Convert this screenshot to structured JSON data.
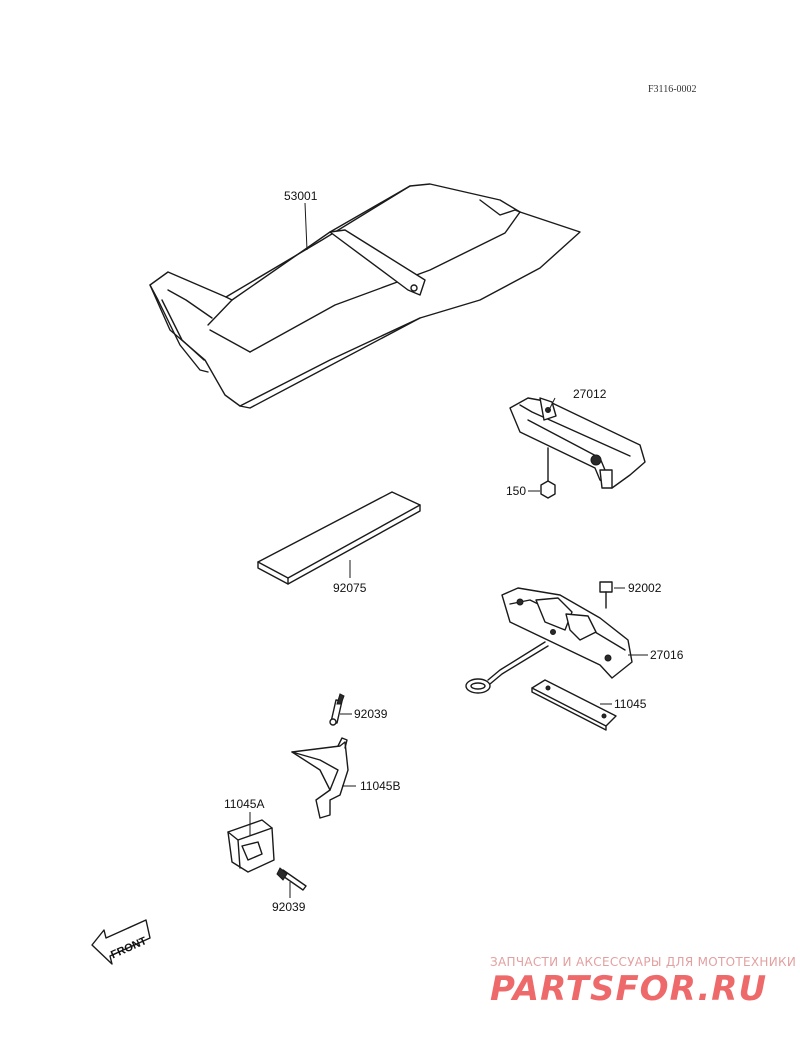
{
  "diagram": {
    "reference_code": "F3116-0002",
    "parts": [
      {
        "id": "seat",
        "number": "53001"
      },
      {
        "id": "bracket-27012",
        "number": "27012"
      },
      {
        "id": "bolt-150",
        "number": "150"
      },
      {
        "id": "pad",
        "number": "92075"
      },
      {
        "id": "bolt-92002",
        "number": "92002"
      },
      {
        "id": "lock-27016",
        "number": "27016"
      },
      {
        "id": "plate-11045",
        "number": "11045"
      },
      {
        "id": "pin-top",
        "number": "92039"
      },
      {
        "id": "bracket-11045b",
        "number": "11045B"
      },
      {
        "id": "holder-11045a",
        "number": "11045A"
      },
      {
        "id": "pin-bottom",
        "number": "92039"
      }
    ],
    "front_arrow_label": "FRONT"
  },
  "watermark": {
    "tagline": "ЗАПЧАСТИ И АКСЕССУАРЫ ДЛЯ МОТОТЕХНИКИ",
    "brand": "PARTSFOR.RU",
    "color": "#ee6a6a"
  }
}
